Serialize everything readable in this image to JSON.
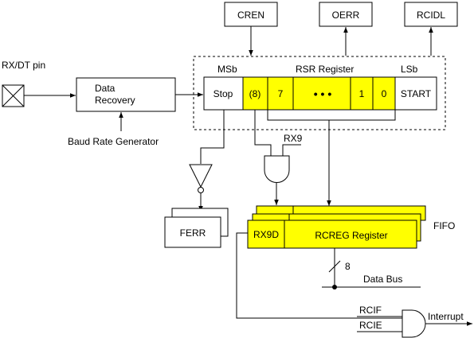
{
  "signals": {
    "cren": "CREN",
    "oerr": "OERR",
    "rcidl": "RCIDL"
  },
  "pin": {
    "label": "RX/DT pin"
  },
  "data_recovery": {
    "line1": "Data",
    "line2": "Recovery"
  },
  "baud_rate": "Baud Rate Generator",
  "rsr": {
    "title": "RSR Register",
    "msb": "MSb",
    "lsb": "LSb",
    "cells": {
      "stop": "Stop",
      "bit8": "(8)",
      "bit7": "7",
      "dots": "• • •",
      "bit1": "1",
      "bit0": "0",
      "start": "START"
    }
  },
  "rx9": "RX9",
  "ferr": "FERR",
  "fifo": {
    "label": "FIFO",
    "rx9d": "RX9D",
    "rcreg": "RCREG Register"
  },
  "bus": {
    "width": "8",
    "label": "Data Bus"
  },
  "interrupt": {
    "rcif": "RCIF",
    "rcie": "RCIE",
    "output": "Interrupt"
  },
  "colors": {
    "highlight": "#ffff00",
    "line": "#000000"
  }
}
